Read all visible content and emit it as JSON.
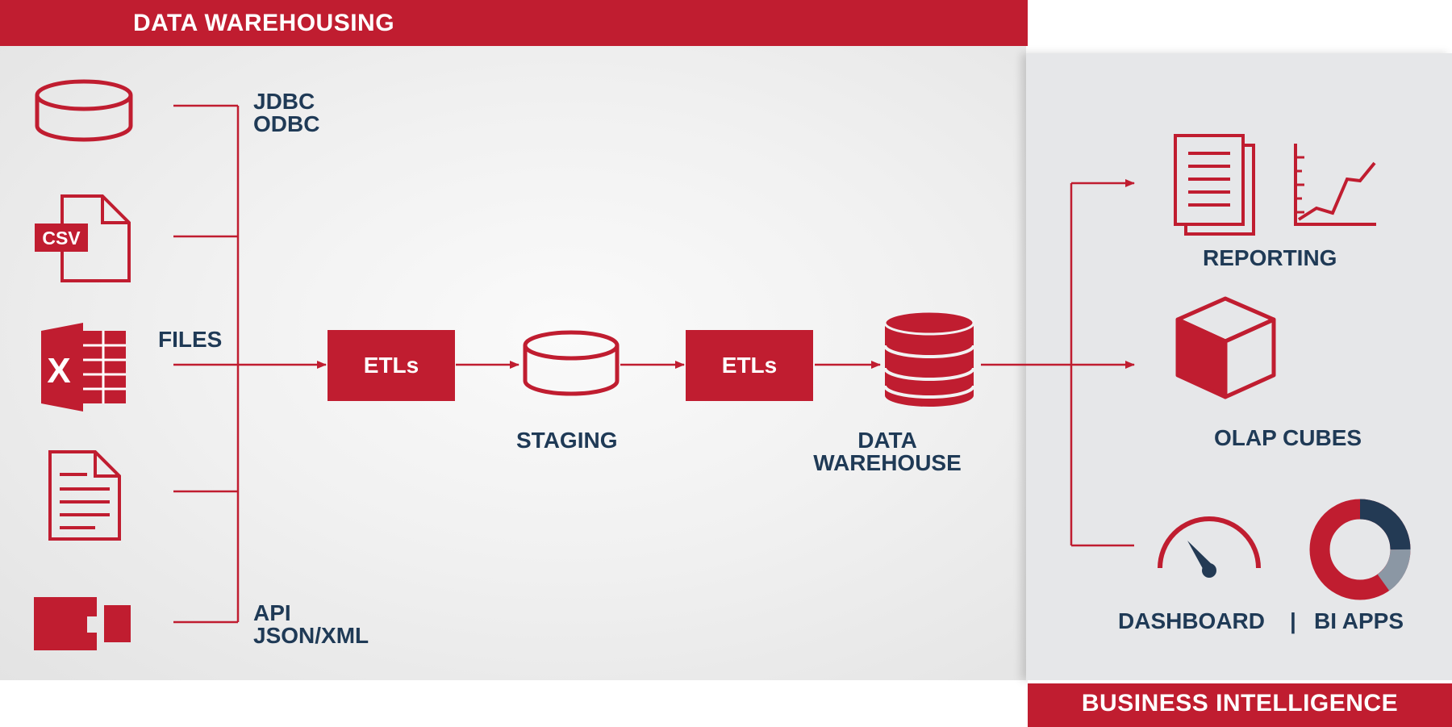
{
  "banners": {
    "top": "DATA WAREHOUSING",
    "bottom": "BUSINESS INTELLIGENCE"
  },
  "sources": {
    "jdbc": "JDBC",
    "odbc": "ODBC",
    "files": "FILES",
    "csv_badge": "CSV",
    "excel_badge": "X",
    "api": "API",
    "json_xml": "JSON/XML"
  },
  "pipeline": {
    "etl_1": "ETLs",
    "staging": "STAGING",
    "etl_2": "ETLs",
    "warehouse_line1": "DATA",
    "warehouse_line2": "WAREHOUSE"
  },
  "bi": {
    "reporting": "REPORTING",
    "olap": "OLAP CUBES",
    "dashboard": "DASHBOARD",
    "separator": "|",
    "bi_apps": "BI APPS"
  },
  "colors": {
    "accent": "#c01d30",
    "text": "#1f3a56",
    "donut_dark": "#233a54",
    "donut_gray": "#8b97a4"
  },
  "icons": [
    "database-icon",
    "csv-file-icon",
    "excel-icon",
    "document-icon",
    "api-puzzle-icon",
    "database-stack-icon",
    "report-pages-icon",
    "line-chart-icon",
    "cube-icon",
    "gauge-icon",
    "donut-chart-icon"
  ]
}
